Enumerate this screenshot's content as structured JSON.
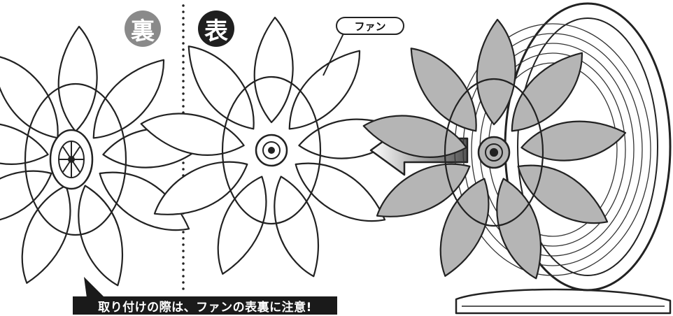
{
  "labels": {
    "back": "裏",
    "front": "表",
    "fan": "ファン"
  },
  "note": "取り付けの際は、ファンの表裏に注意!",
  "colors": {
    "back_badge": "#8a8a8a",
    "front_badge": "#1f1f1f",
    "fan_fill_installed": "#b5b5b5",
    "arrow_gradient_start": "#ffffff",
    "arrow_gradient_end": "#555555"
  }
}
